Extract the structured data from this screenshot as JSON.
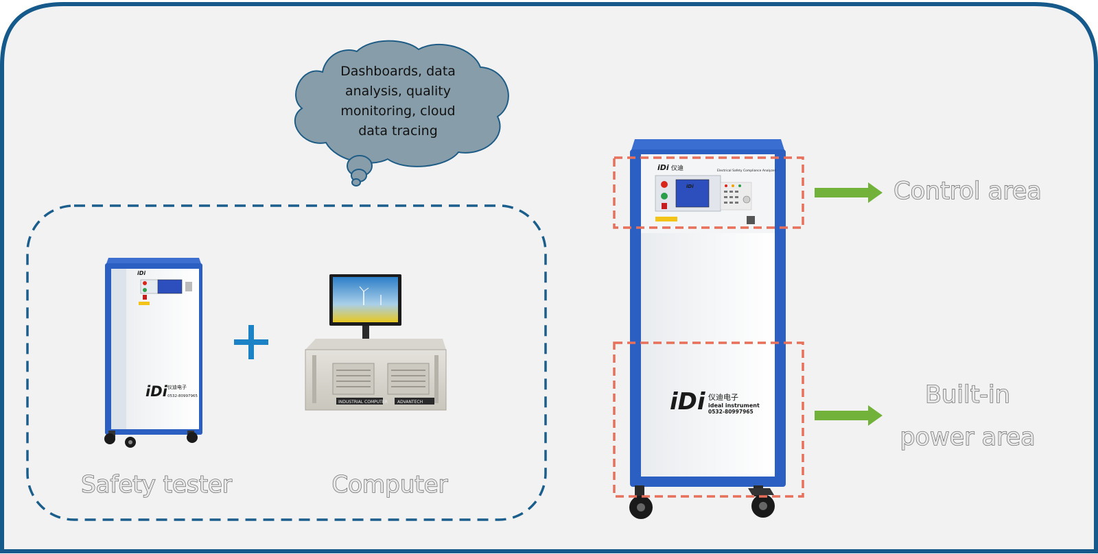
{
  "cloud": {
    "lines": [
      "Dashboards, data",
      "analysis, quality",
      "monitoring, cloud",
      "data tracing"
    ]
  },
  "left_group": {
    "safety_tester_label": "Safety tester",
    "computer_label": "Computer",
    "plus_symbol": "+"
  },
  "right_group": {
    "control_area_label": "Control area",
    "power_area_label_line1": "Built-in",
    "power_area_label_line2": "power area"
  },
  "device_branding": {
    "logo": "iDi",
    "logo_cn": "仪迪",
    "company_cn": "仪迪电子",
    "company_en": "ideal instrument",
    "phone": "0532-80997965",
    "panel_subtitle": "Electrical Safety Compliance Analyzer",
    "computer_badge": "INDUSTRIAL COMPUTER",
    "computer_brand": "ADVANTECH"
  },
  "colors": {
    "frame": "#155a8a",
    "background": "#f2f2f2",
    "cabinet_blue": "#2b5fc1",
    "dashed_group": "#1b5e8c",
    "highlight_box": "#e8705a",
    "arrow": "#72b23a",
    "cloud_fill": "#879eaa",
    "cloud_stroke": "#1e5c86",
    "plus": "#1c82c6"
  },
  "icons": {
    "arrow": "right-arrow-icon",
    "cloud": "thought-cloud",
    "plus": "plus-icon"
  }
}
